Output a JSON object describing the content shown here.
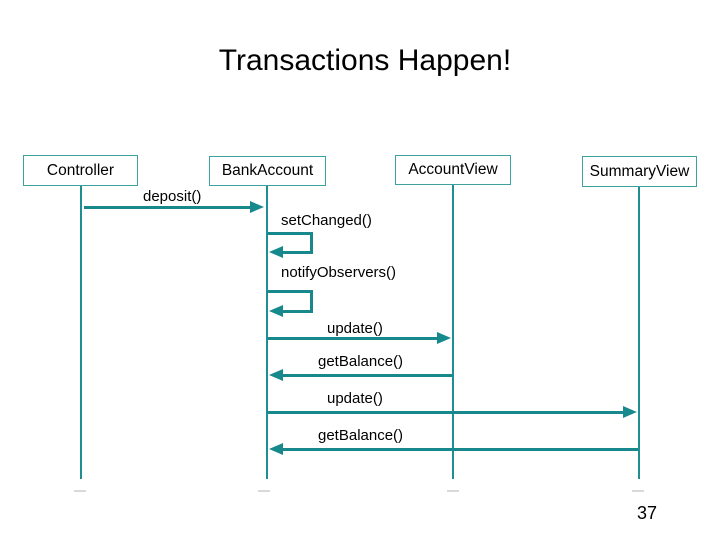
{
  "slide": {
    "title": "Transactions Happen!",
    "page_number": "37"
  },
  "diagram": {
    "type": "uml-sequence",
    "participants": [
      {
        "name": "Controller"
      },
      {
        "name": "BankAccount"
      },
      {
        "name": "AccountView"
      },
      {
        "name": "SummaryView"
      }
    ],
    "messages": [
      {
        "label": "deposit()",
        "from": "Controller",
        "to": "BankAccount",
        "kind": "call"
      },
      {
        "label": "setChanged()",
        "from": "BankAccount",
        "to": "BankAccount",
        "kind": "self-call"
      },
      {
        "label": "notifyObservers()",
        "from": "BankAccount",
        "to": "BankAccount",
        "kind": "self-call"
      },
      {
        "label": "update()",
        "from": "BankAccount",
        "to": "AccountView",
        "kind": "call"
      },
      {
        "label": "getBalance()",
        "from": "AccountView",
        "to": "BankAccount",
        "kind": "call"
      },
      {
        "label": "update()",
        "from": "BankAccount",
        "to": "SummaryView",
        "kind": "call"
      },
      {
        "label": "getBalance()",
        "from": "SummaryView",
        "to": "BankAccount",
        "kind": "call"
      }
    ],
    "colors": {
      "line_teal": "#17898c",
      "box_border_teal": "#3da1a1",
      "text": "#000000",
      "background": "#ffffff"
    }
  }
}
